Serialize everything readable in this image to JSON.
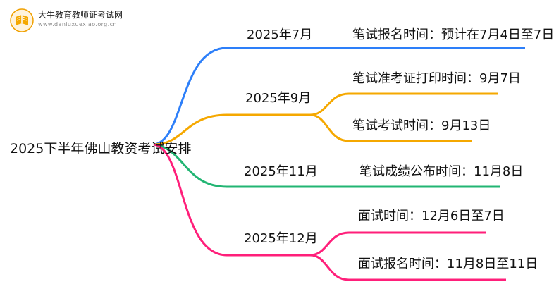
{
  "logo": {
    "name": "大牛教育教师证考试网",
    "url": "www.daniuxuexiao.org.cn"
  },
  "root": "2025下半年佛山教资考试安排",
  "branches": [
    {
      "label": "2025年7月",
      "color": "#2d7ff9",
      "items": [
        "笔试报名时间：预计在7月4日至7日"
      ]
    },
    {
      "label": "2025年9月",
      "color": "#f5a800",
      "items": [
        "笔试准考证打印时间：9月7日",
        "笔试考试时间：9月13日"
      ]
    },
    {
      "label": "2025年11月",
      "color": "#22b573",
      "items": [
        "笔试成绩公布时间：11月8日"
      ]
    },
    {
      "label": "2025年12月",
      "color": "#ff1f7a",
      "items": [
        "面试时间：12月6日至7日",
        "面试报名时间：11月8日至11日"
      ]
    }
  ]
}
